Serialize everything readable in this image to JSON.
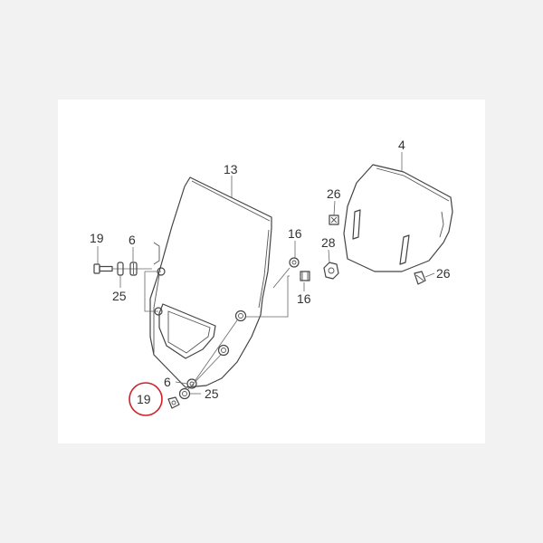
{
  "diagram": {
    "callouts": {
      "windscreen": "13",
      "cover": "4",
      "bolt_left": "19",
      "washer_left": "6",
      "collar_left": "25",
      "grommet_upper": "16",
      "grommet_lower": "16",
      "clip_upper": "26",
      "nut_clip": "28",
      "clip_right": "26",
      "washer_bottom": "6",
      "collar_bottom": "25",
      "bolt_bottom_highlighted": "19"
    },
    "highlight_color": "#d0202a",
    "line_color": "#444444"
  }
}
